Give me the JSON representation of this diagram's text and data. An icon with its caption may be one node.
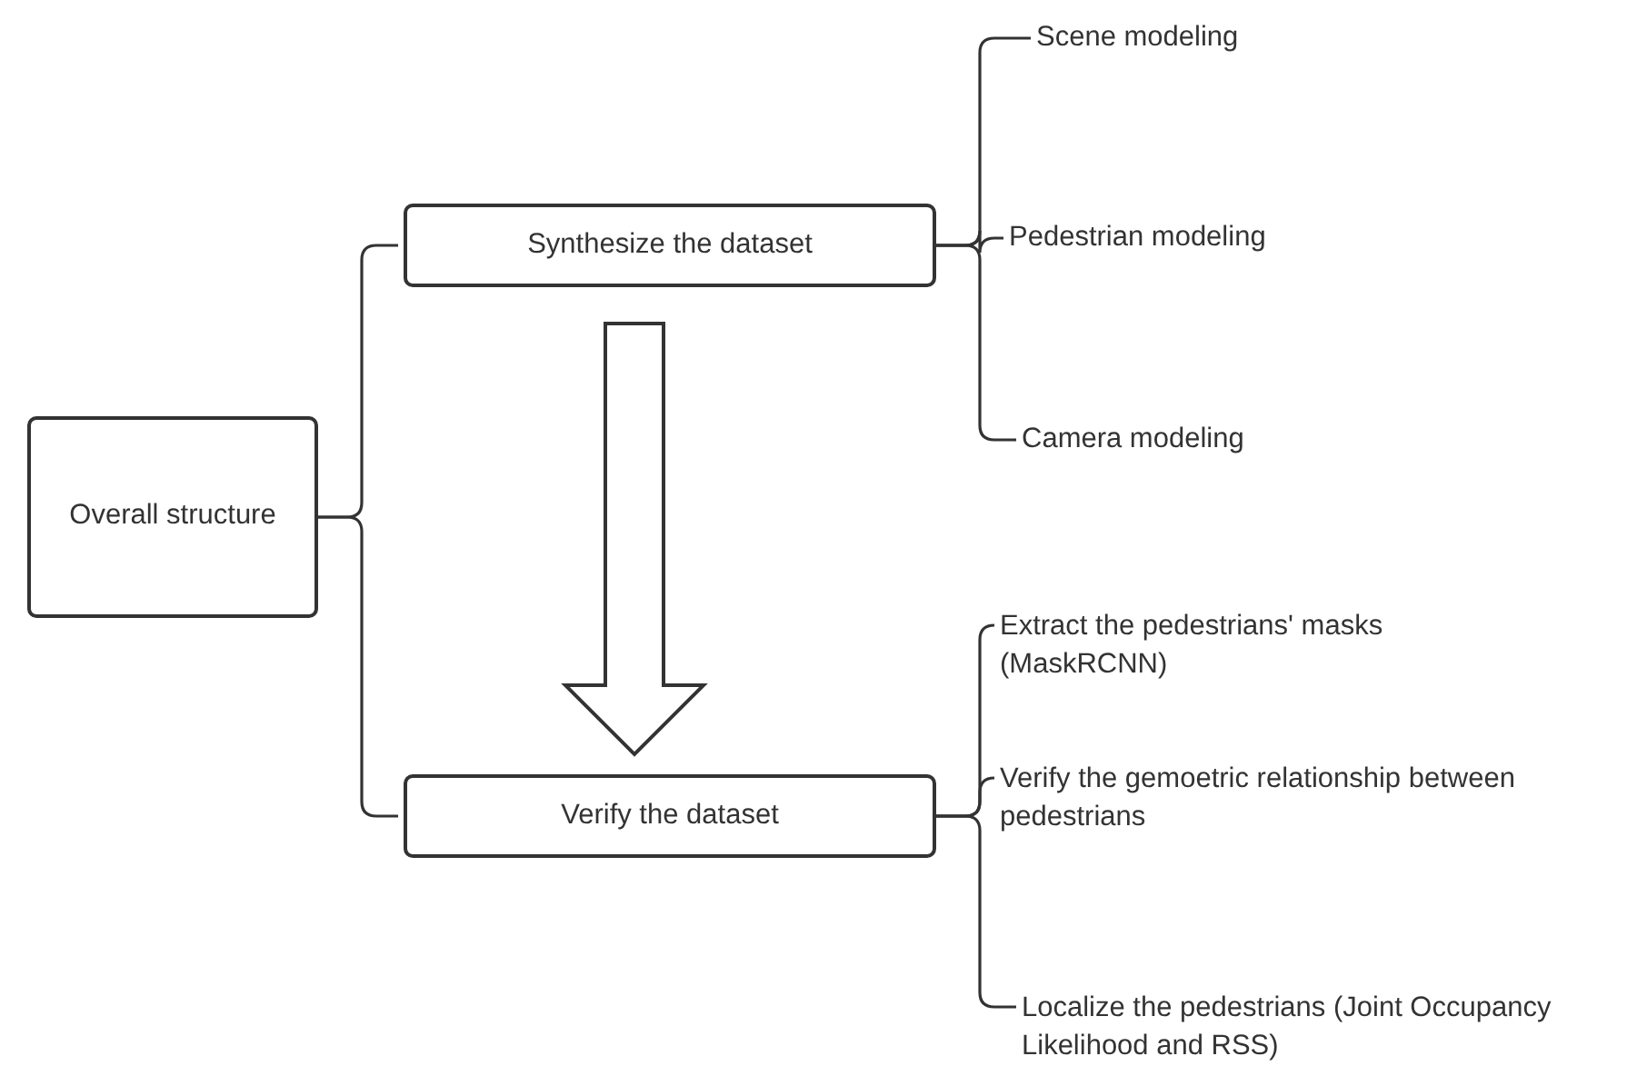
{
  "diagram": {
    "nodes": [
      {
        "text": [
          "Overall structure"
        ]
      },
      {
        "text": [
          "Synthesize the dataset"
        ]
      },
      {
        "text": [
          "Verify the dataset"
        ]
      },
      {
        "text": [
          "Scene modeling"
        ]
      },
      {
        "text": [
          "Pedestrian modeling"
        ]
      },
      {
        "text": [
          "Camera modeling"
        ]
      },
      {
        "text": [
          "Extract the pedestrians' masks (MaskRCNN)"
        ]
      },
      {
        "text": [
          "Verify the gemoetric relationship between pedestrians"
        ]
      },
      {
        "text": [
          "Localize the pedestrians (Joint Occupancy Likelihood and RSS)"
        ]
      }
    ],
    "edges": [
      {
        "from": 0,
        "to": 1,
        "arrow": "none"
      },
      {
        "from": 0,
        "to": 2,
        "arrow": "none"
      },
      {
        "from": 1,
        "to": 3,
        "arrow": "none"
      },
      {
        "from": 1,
        "to": 4,
        "arrow": "none"
      },
      {
        "from": 1,
        "to": 5,
        "arrow": "none"
      },
      {
        "from": 2,
        "to": 6,
        "arrow": "none"
      },
      {
        "from": 2,
        "to": 7,
        "arrow": "none"
      },
      {
        "from": 2,
        "to": 8,
        "arrow": "none"
      },
      {
        "from": 1,
        "to": 2,
        "arrow": "to",
        "style": "thick"
      }
    ]
  }
}
